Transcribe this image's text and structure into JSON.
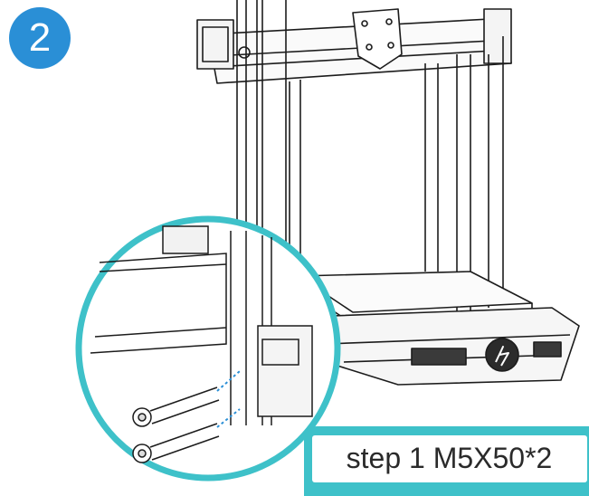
{
  "step_badge": {
    "number": "2",
    "color": "#2a8fd6"
  },
  "caption": {
    "text": "step 1 M5X50*2"
  },
  "colors": {
    "accent": "#3ec1c9",
    "line": "#1c1c1c"
  },
  "icons": [
    "printer-frame-drawing",
    "zoom-detail-circle",
    "screw-icon"
  ]
}
